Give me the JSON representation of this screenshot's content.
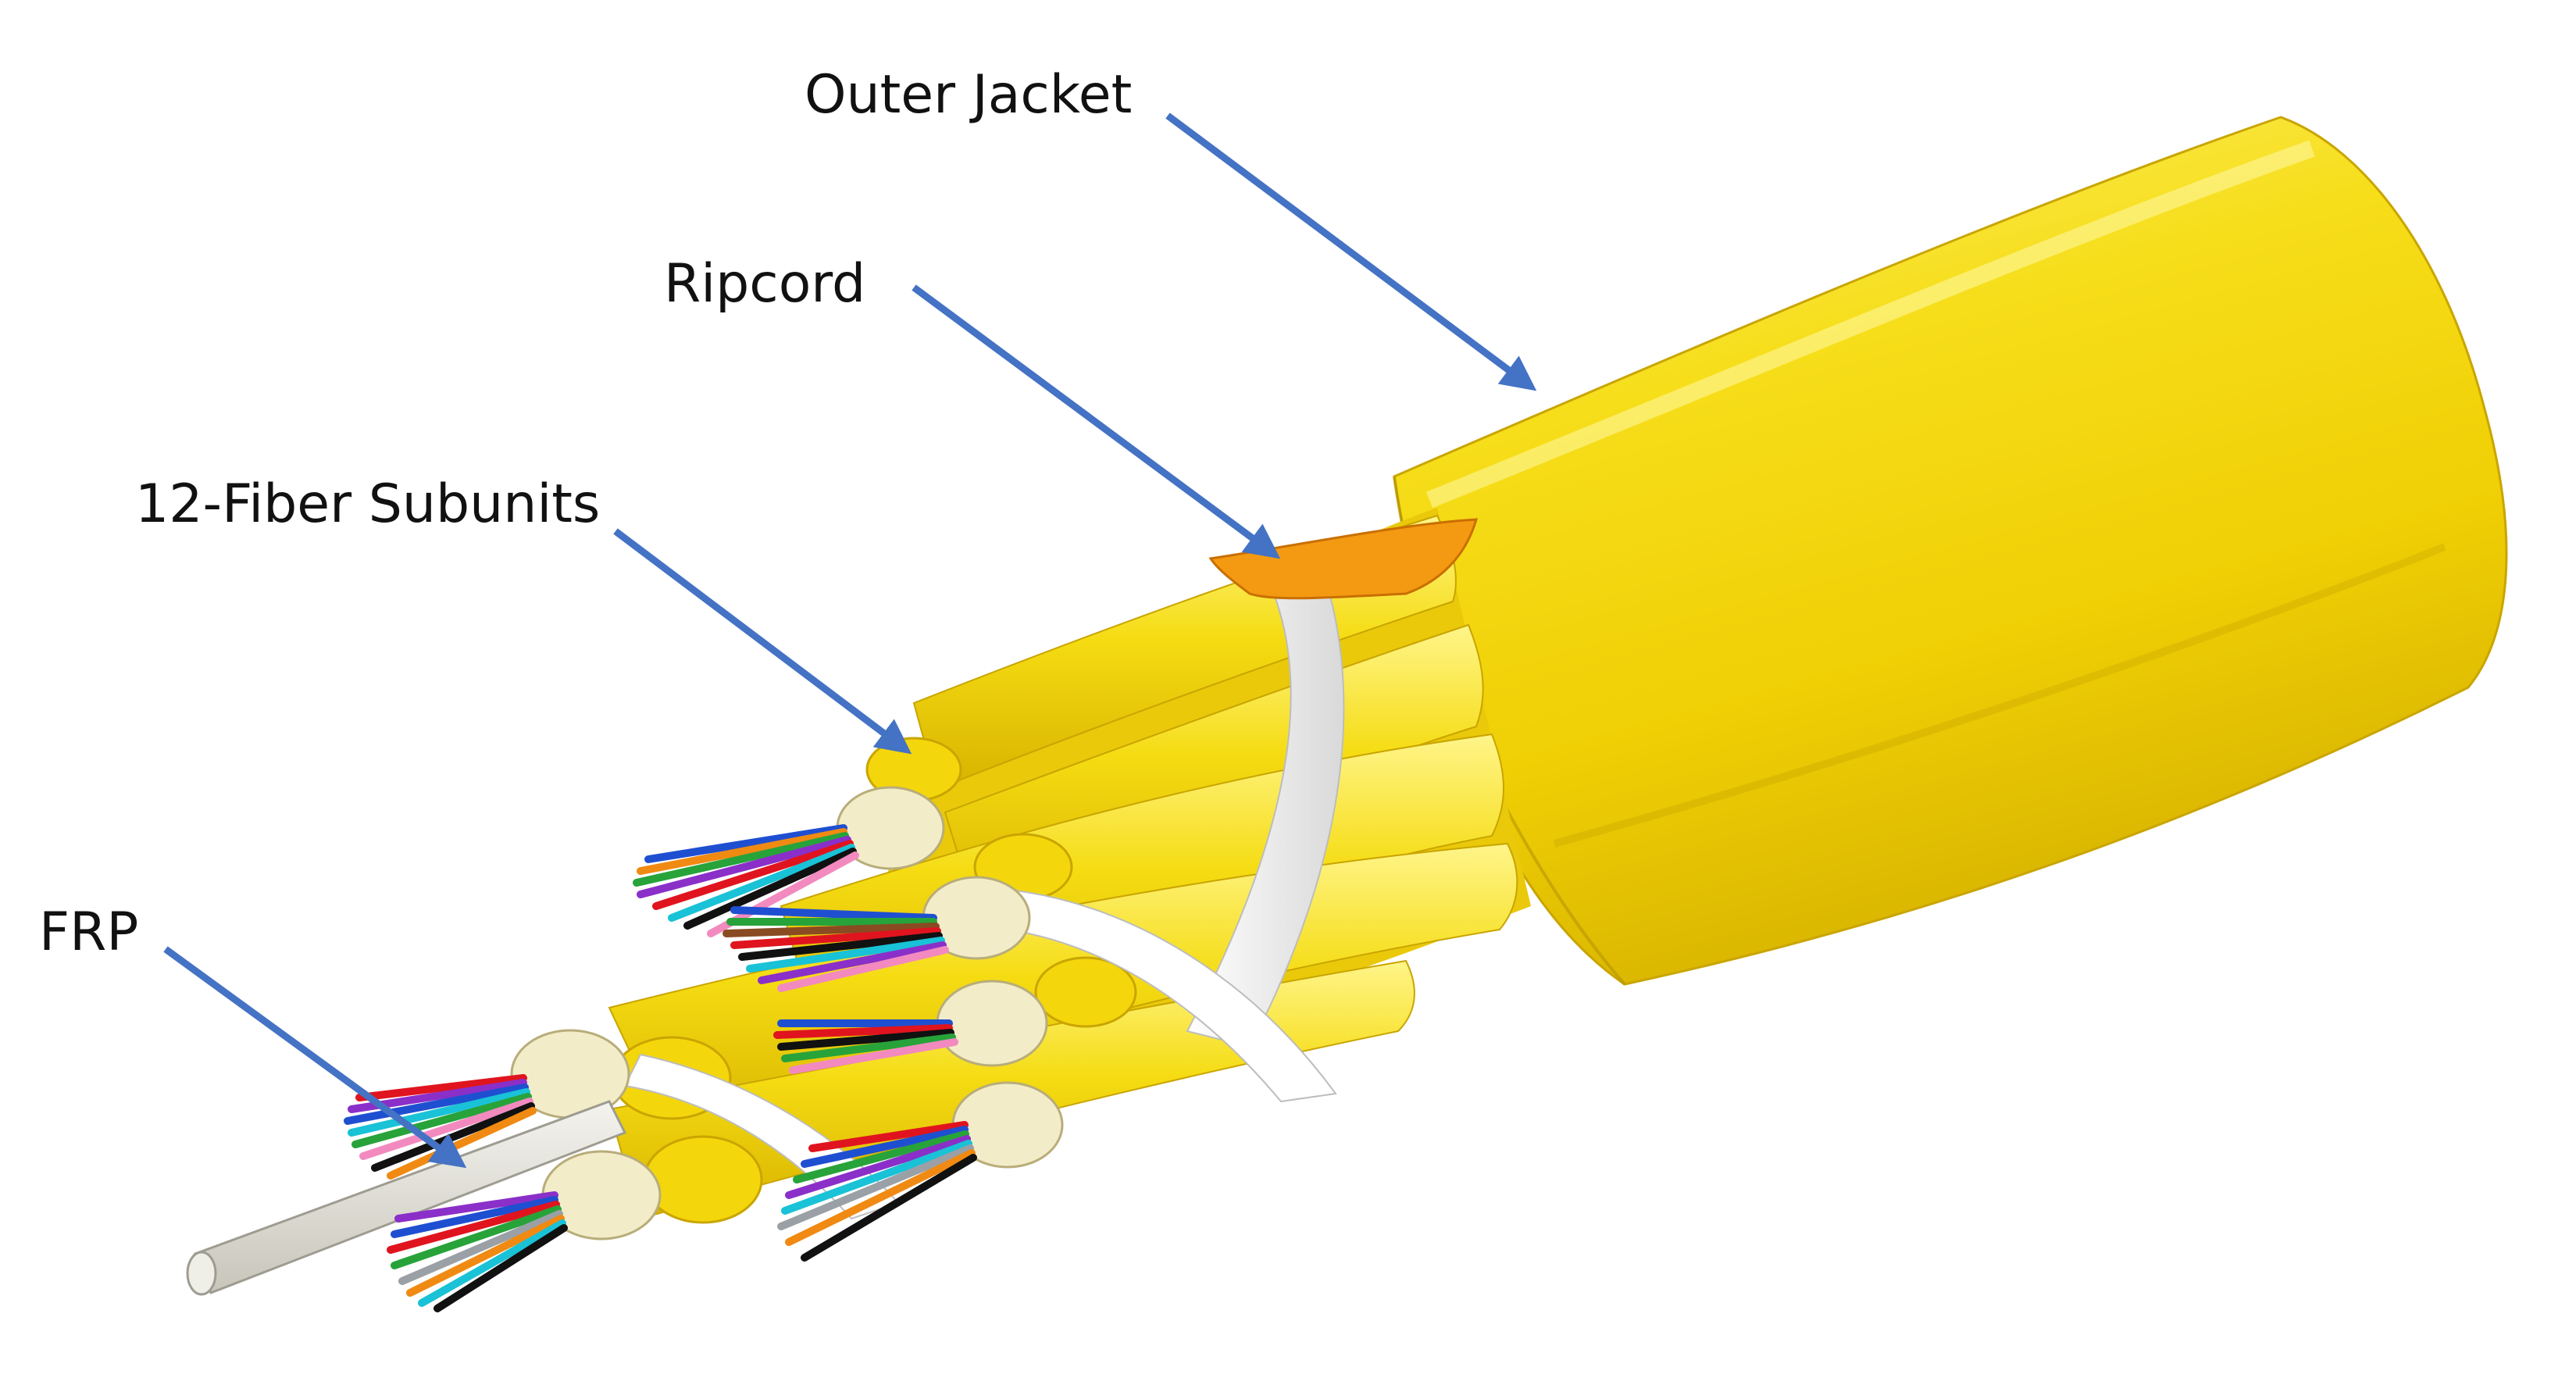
{
  "labels": {
    "outer_jacket": "Outer Jacket",
    "ripcord": "Ripcord",
    "subunits": "12-Fiber Subunits",
    "frp": "FRP"
  },
  "colors": {
    "jacket": "#f5dc14",
    "jacket_shadow": "#d9b800",
    "jacket_highlight": "#fff27a",
    "ripcord": "#f39a12",
    "binder_tape": "#ffffff",
    "aramid_yarn": "#f3ecc8",
    "frp_rod": "#e4e2d8",
    "arrow": "#4472c4",
    "fiber_colors": [
      "#1f4fd1",
      "#f08a12",
      "#27a33a",
      "#8a4b22",
      "#9aa0a6",
      "#ffffff",
      "#e0141e",
      "#111111",
      "#f5e01a",
      "#8b2fc9",
      "#f28ac0",
      "#19c2d6"
    ]
  }
}
